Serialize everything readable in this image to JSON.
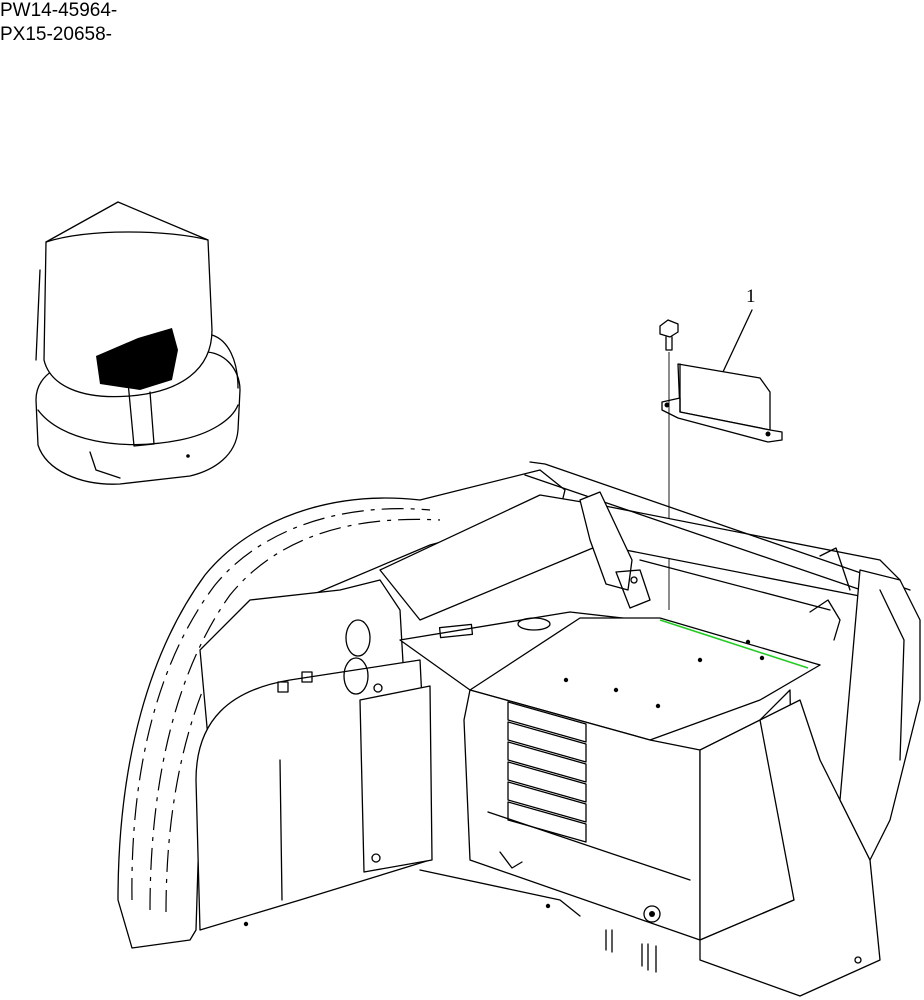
{
  "serial_numbers": [
    "PW14-45964-",
    "PX15-20658-"
  ],
  "callouts": [
    {
      "number": "1"
    }
  ],
  "colors": {
    "line": "#000000",
    "highlight": "#22cc22",
    "background": "#ffffff"
  }
}
